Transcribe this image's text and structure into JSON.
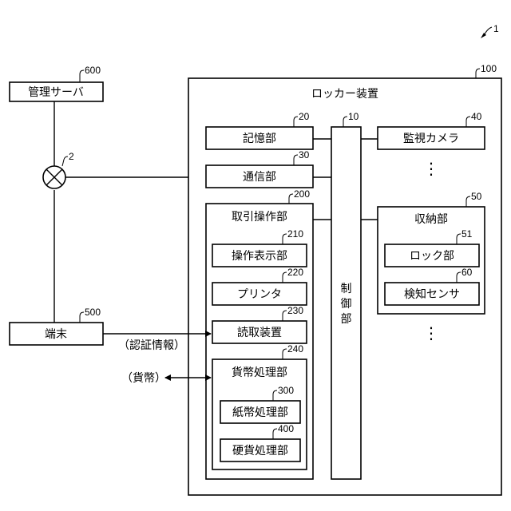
{
  "figure_ref": "1",
  "hub_ref": "2",
  "management_server": {
    "label": "管理サーバ",
    "ref": "600"
  },
  "terminal": {
    "label": "端末",
    "ref": "500"
  },
  "locker": {
    "label": "ロッカー装置",
    "ref": "100",
    "storage": {
      "label": "記憶部",
      "ref": "20"
    },
    "communication": {
      "label": "通信部",
      "ref": "30"
    },
    "controller": {
      "label": "制御部",
      "ref": "10"
    },
    "camera": {
      "label": "監視カメラ",
      "ref": "40"
    },
    "storage_units": {
      "label": "収納部",
      "ref": "50",
      "lock": {
        "label": "ロック部",
        "ref": "51"
      },
      "sensor": {
        "label": "検知センサ",
        "ref": "60"
      }
    },
    "transaction": {
      "label": "取引操作部",
      "ref": "200",
      "operation_display": {
        "label": "操作表示部",
        "ref": "210"
      },
      "printer": {
        "label": "プリンタ",
        "ref": "220"
      },
      "reader": {
        "label": "読取装置",
        "ref": "230"
      },
      "currency": {
        "label": "貨幣処理部",
        "ref": "240",
        "bill": {
          "label": "紙幣処理部",
          "ref": "300"
        },
        "coin": {
          "label": "硬貨処理部",
          "ref": "400"
        }
      }
    }
  },
  "auth_info_label": "（認証情報）",
  "currency_label": "（貨幣）",
  "ellipsis": "⋮"
}
